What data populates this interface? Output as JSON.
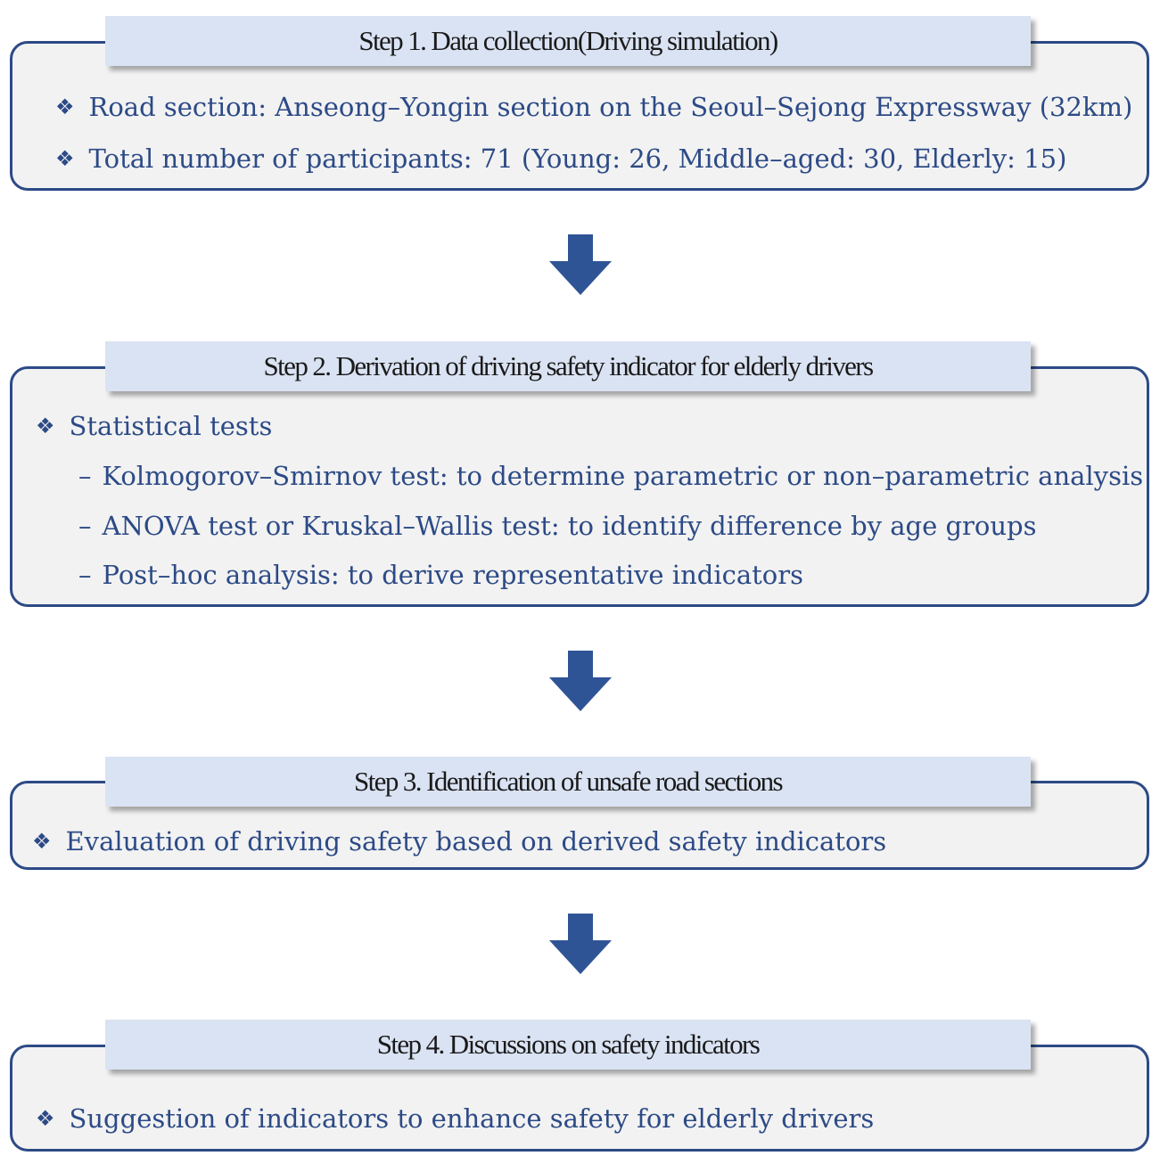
{
  "steps": [
    {
      "title": "Step 1. Data collection(Driving simulation)",
      "bullets": [
        "Road section: Anseong–Yongin section on the Seoul–Sejong Expressway (32km)",
        "Total number of participants: 71 (Young: 26, Middle–aged: 30, Elderly: 15)"
      ]
    },
    {
      "title": "Step 2. Derivation of driving safety indicator for elderly drivers",
      "bullets": [
        "Statistical tests"
      ],
      "sub_items": [
        "Kolmogorov–Smirnov test: to determine parametric or non–parametric analysis",
        "ANOVA test or Kruskal–Wallis test: to identify difference by age groups",
        "Post–hoc analysis: to derive representative indicators"
      ]
    },
    {
      "title": "Step 3. Identification of unsafe road sections",
      "bullets": [
        "Evaluation of driving safety based on derived safety indicators"
      ]
    },
    {
      "title": "Step 4. Discussions on safety indicators",
      "bullets": [
        "Suggestion of indicators to enhance safety for elderly drivers"
      ]
    }
  ],
  "icons": {
    "bullet": "diamond-bullet-icon",
    "connector": "down-arrow-icon"
  },
  "colors": {
    "border": "#2c4a86",
    "box_fill": "#f2f2f2",
    "title_fill": "#dae3f3",
    "text": "#2c4a86",
    "arrow": "#2f5496"
  }
}
